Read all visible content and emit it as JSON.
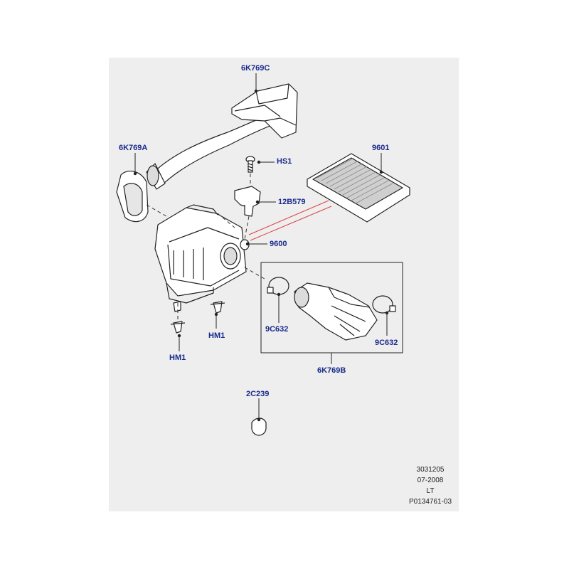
{
  "colors": {
    "callout": "#1a2a8c",
    "panel": "#eeeeee",
    "accent_line": "#e04040"
  },
  "parts": {
    "duct_upper": "6K769C",
    "resonator": "6K769A",
    "screw": "HS1",
    "sensor": "12B579",
    "filter_element": "9601",
    "filter_housing": "9600",
    "clamp_left": "9C632",
    "clamp_right": "9C632",
    "mount_left": "HM1",
    "mount_right": "HM1",
    "duct_lower": "6K769B",
    "grommet": "2C239"
  },
  "reference": {
    "code": "3031205",
    "date": "07-2008",
    "tag": "LT",
    "illustration_id": "P0134761-03"
  }
}
